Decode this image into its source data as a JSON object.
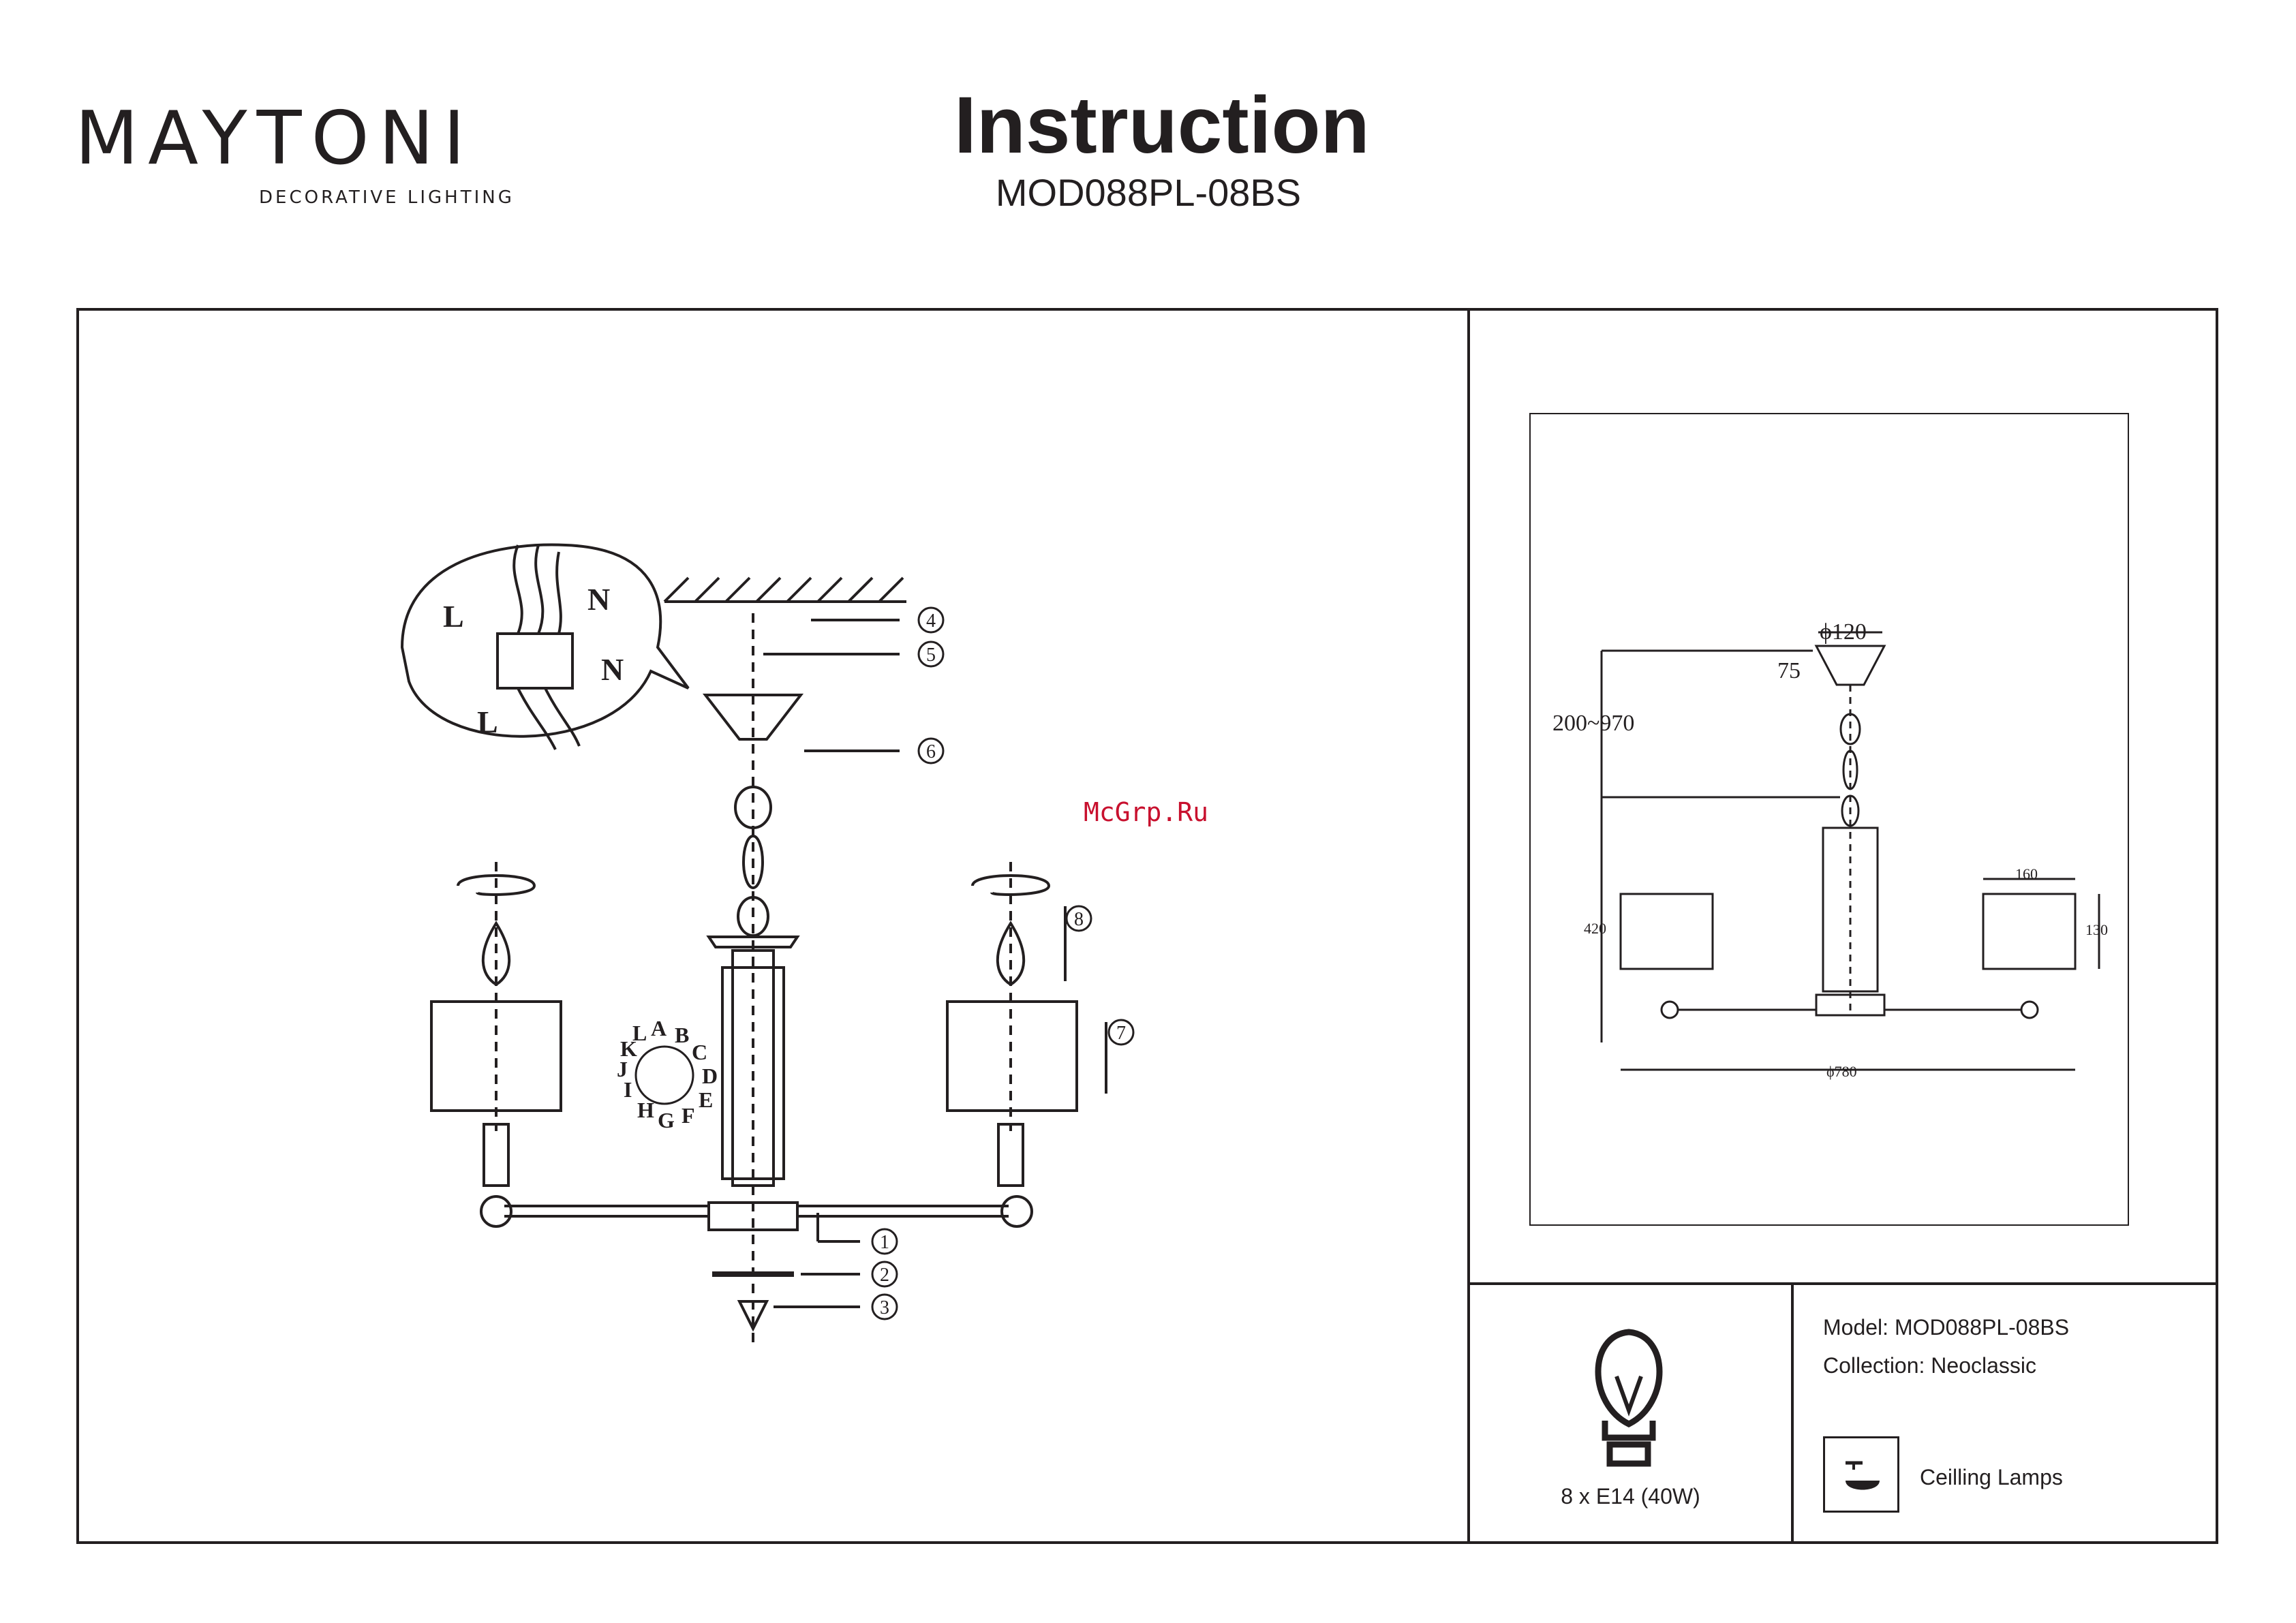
{
  "header": {
    "brand": "MAYTONI",
    "brand_tagline": "DECORATIVE LIGHTING",
    "title": "Instruction",
    "model_code": "MOD088PL-08BS"
  },
  "watermark": "McGrp.Ru",
  "assembly": {
    "wire_labels": [
      "L",
      "N",
      "N",
      "L"
    ],
    "shade_letters": [
      "A",
      "B",
      "C",
      "D",
      "E",
      "F",
      "G",
      "H",
      "I",
      "J",
      "K",
      "L"
    ],
    "callouts": [
      "1",
      "2",
      "3",
      "4",
      "5",
      "6",
      "7",
      "8"
    ]
  },
  "dimensions": {
    "canopy_diameter": "ϕ120",
    "canopy_height": "75",
    "height_range": "200~970",
    "body_height": "420",
    "shade_width": "160",
    "shade_height": "130",
    "span_diameter": "ϕ780"
  },
  "spec": {
    "bulb": "8 x E14 (40W)",
    "model": "Model: MOD088PL-08BS",
    "collection": "Collection: Neoclassic",
    "type": "Ceilling Lamps"
  },
  "colors": {
    "ink": "#231f20",
    "brand_dot": "#7b2a6e",
    "watermark": "#c8102e"
  }
}
